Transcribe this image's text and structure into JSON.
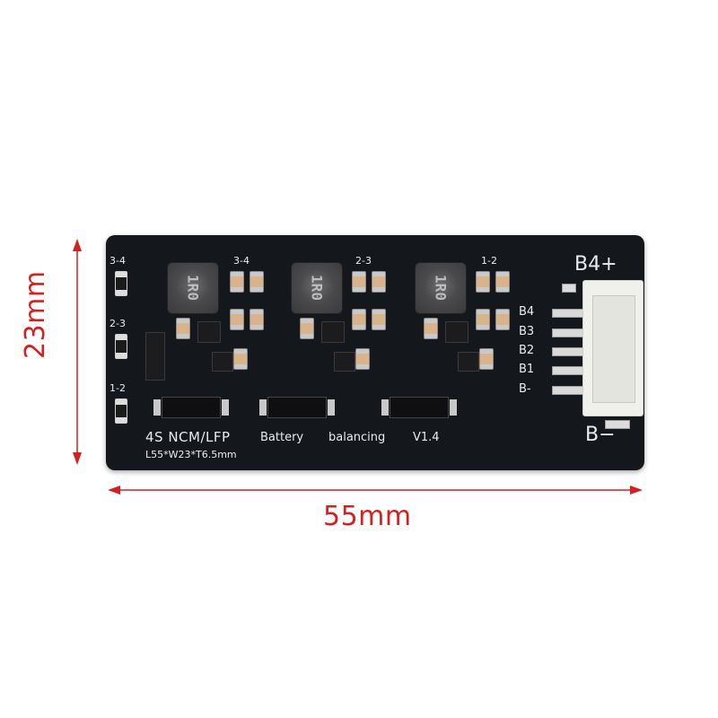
{
  "dimensions": {
    "height_label": "23mm",
    "width_label": "55mm",
    "color": "#d61f1f"
  },
  "board": {
    "title_main": "4S NCM/LFP",
    "title_battery": "Battery",
    "title_balancing": "balancing",
    "version": "V1.4",
    "size_text": "L55*W23*T6.5mm",
    "led_labels": [
      "3-4",
      "2-3",
      "1-2"
    ],
    "channel_labels": [
      "3-4",
      "2-3",
      "1-2"
    ],
    "inductor_marking": "1R0",
    "terminal_top": "B4+",
    "terminal_bottom": "B−",
    "pin_labels": [
      "B4",
      "B3",
      "B2",
      "B1",
      "B-"
    ]
  }
}
